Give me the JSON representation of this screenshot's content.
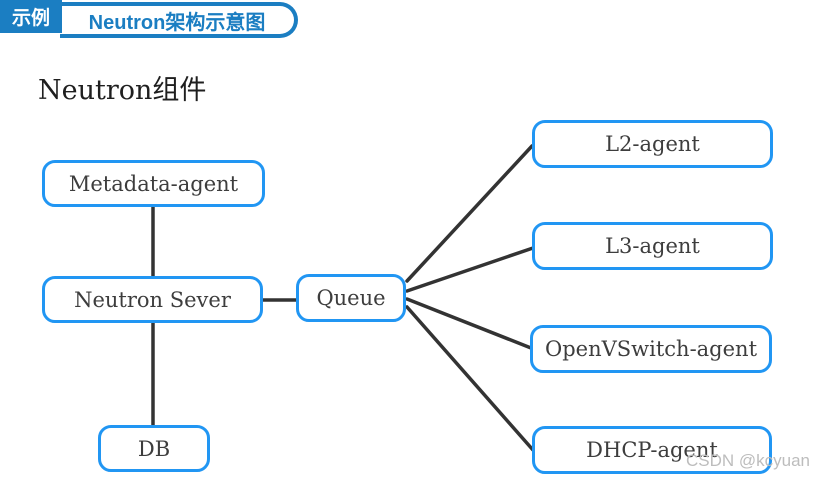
{
  "header": {
    "tag_label": "示例",
    "title": "Neutron架构示意图"
  },
  "diagram": {
    "title": "Neutron组件",
    "nodes": {
      "metadata_agent": "Metadata-agent",
      "neutron_server": "Neutron Sever",
      "db": "DB",
      "queue": "Queue",
      "l2_agent": "L2-agent",
      "l3_agent": "L3-agent",
      "openvswitch_agent": "OpenVSwitch-agent",
      "dhcp_agent": "DHCP-agent"
    },
    "edges": [
      {
        "from": "metadata_agent",
        "to": "neutron_server"
      },
      {
        "from": "neutron_server",
        "to": "db"
      },
      {
        "from": "neutron_server",
        "to": "queue"
      },
      {
        "from": "queue",
        "to": "l2_agent"
      },
      {
        "from": "queue",
        "to": "l3_agent"
      },
      {
        "from": "queue",
        "to": "openvswitch_agent"
      },
      {
        "from": "queue",
        "to": "dhcp_agent"
      }
    ]
  },
  "colors": {
    "header_blue": "#1b7ec2",
    "box_border_blue": "#2196f3",
    "line_color": "#333333",
    "box_text_color": "#3d3d3d",
    "watermark_color": "#bdbdbd"
  },
  "watermark": "CSDN @kcyuan"
}
